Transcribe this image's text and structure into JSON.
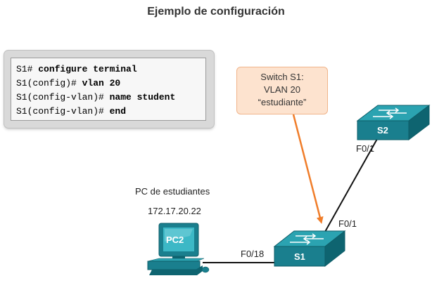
{
  "title": "Ejemplo de configuración",
  "cli": [
    {
      "prompt": "S1# ",
      "command": "configure terminal"
    },
    {
      "prompt": "S1(config)# ",
      "command": "vlan 20"
    },
    {
      "prompt": "S1(config-vlan)# ",
      "command": "name student"
    },
    {
      "prompt": "S1(config-vlan)# ",
      "command": "end"
    }
  ],
  "callout": {
    "line1": "Switch S1:",
    "line2": "VLAN 20",
    "line3": "“estudiante”"
  },
  "switches": {
    "s1": "S1",
    "s2": "S2"
  },
  "pc": {
    "name": "PC2",
    "label": "PC de estudiantes",
    "ip": "172.17.20.22"
  },
  "ports": {
    "s2_f01": "F0/1",
    "s1_f01": "F0/1",
    "s1_f018": "F0/18"
  },
  "colors": {
    "switch": "#1a7f8e",
    "arrow": "#f07d2a",
    "callout_bg": "#fde3cf"
  }
}
